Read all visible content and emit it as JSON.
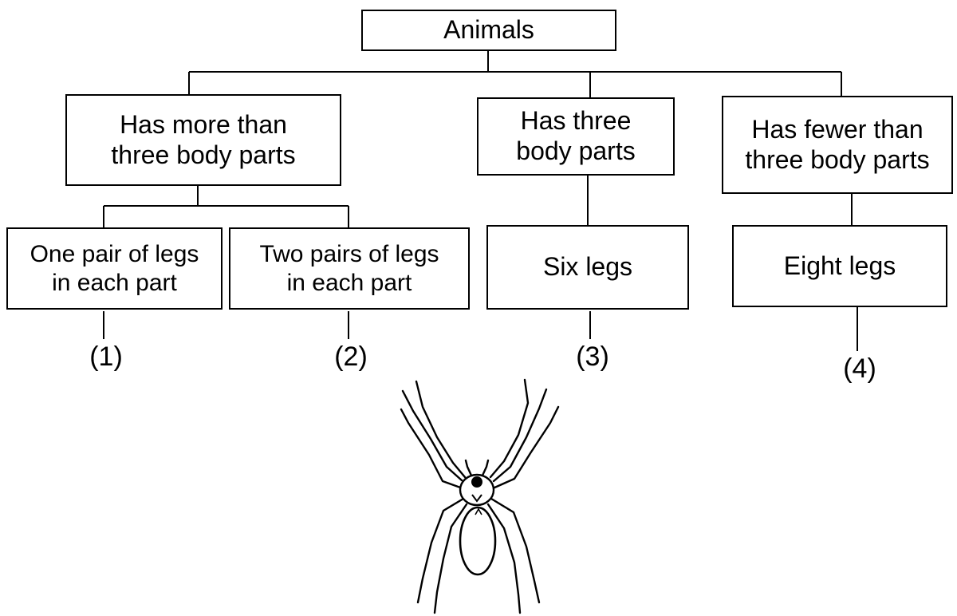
{
  "diagram": {
    "root": {
      "label": "Animals"
    },
    "branch_more": {
      "line1": "Has more than",
      "line2": "three body parts",
      "child_one_pair": {
        "line1": "One pair of legs",
        "line2": "in each part",
        "label": "(1)"
      },
      "child_two_pairs": {
        "line1": "Two pairs of legs",
        "line2": "in each part",
        "label": "(2)"
      }
    },
    "branch_three": {
      "line1": "Has three",
      "line2": "body parts",
      "child": {
        "label_text": "Six legs",
        "label": "(3)"
      }
    },
    "branch_fewer": {
      "line1": "Has fewer than",
      "line2": "three body parts",
      "child": {
        "label_text": "Eight legs",
        "label": "(4)"
      }
    }
  },
  "illustration": {
    "icon": "spider-icon"
  }
}
